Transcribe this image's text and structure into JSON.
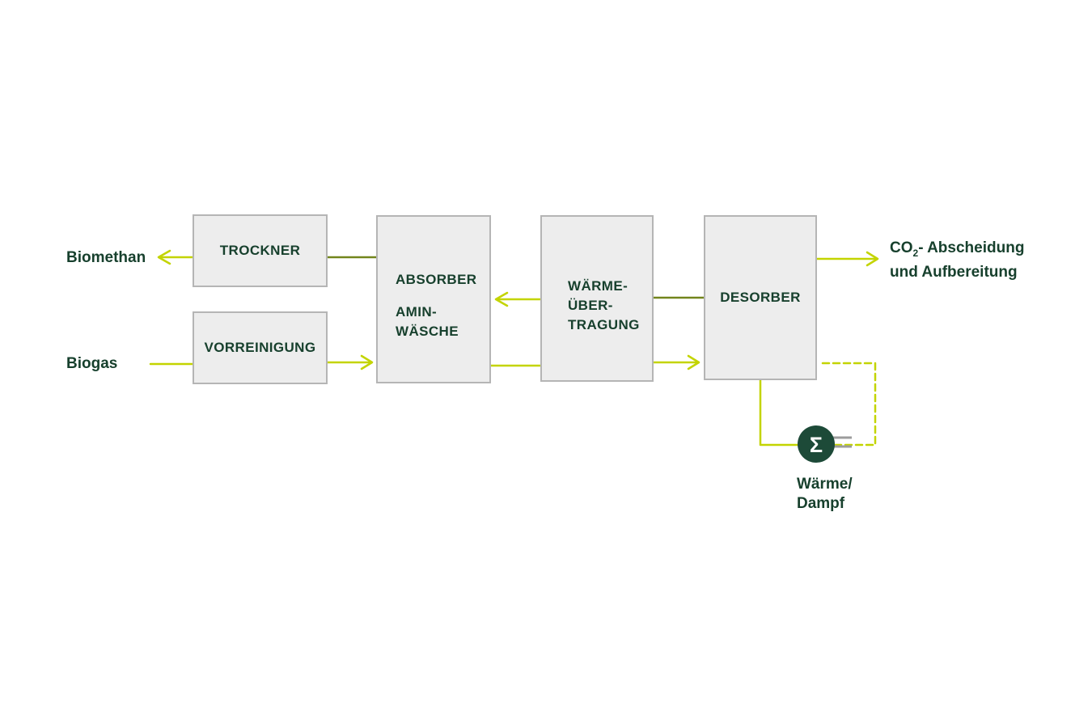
{
  "nodes": {
    "trockner": {
      "label": "TROCKNER"
    },
    "vorreinigung": {
      "label": "VORREINIGUNG"
    },
    "absorber": {
      "title": "ABSORBER",
      "subtitle_line1": "AMIN-",
      "subtitle_line2": "WÄSCHE"
    },
    "waermeuebertragung": {
      "line1": "WÄRME-",
      "line2": "ÜBER-",
      "line3": "TRAGUNG"
    },
    "desorber": {
      "label": "DESORBER"
    }
  },
  "labels": {
    "biomethan": "Biomethan",
    "biogas": "Biogas",
    "co2_prefix": "CO",
    "co2_subscript": "2",
    "co2_suffix": "- Abscheidung",
    "co2_line2": "und Aufbereitung",
    "heat_source_line1": "Wärme/",
    "heat_source_line2": "Dampf",
    "heat_exchanger_symbol": "Σ"
  },
  "colors": {
    "line_bright": "#c3d400",
    "line_dark": "#72851c",
    "text_green": "#17402d",
    "box_fill": "#ededed",
    "box_border": "#b5b5b5",
    "circle_fill": "#1d4a38",
    "gray_line": "#9c9c9c"
  }
}
